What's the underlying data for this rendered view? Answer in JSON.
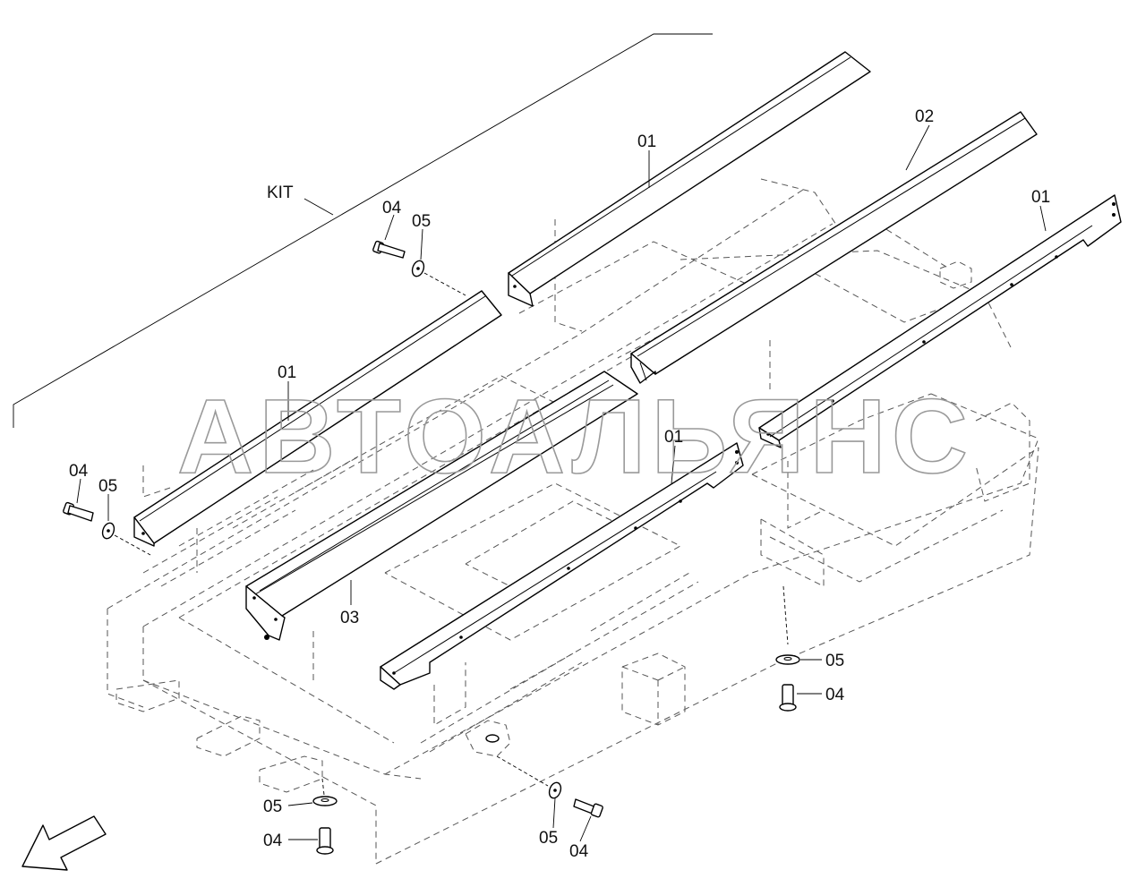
{
  "watermark": "АВТОАЛЬЯНС",
  "labels": {
    "kit": "KIT",
    "rail_top_center": "01",
    "rail_right_top": "02",
    "rail_right_flat": "01",
    "rail_left_top": "01",
    "rail_center_flat": "01",
    "rail_center_long": "03",
    "bolt_top": "04",
    "washer_top": "05",
    "bolt_left": "04",
    "washer_left": "05",
    "washer_right": "05",
    "bolt_right": "04",
    "washer_bottom_left": "05",
    "bolt_bottom_left": "04",
    "washer_bottom_center": "05",
    "bolt_bottom_center": "04"
  }
}
